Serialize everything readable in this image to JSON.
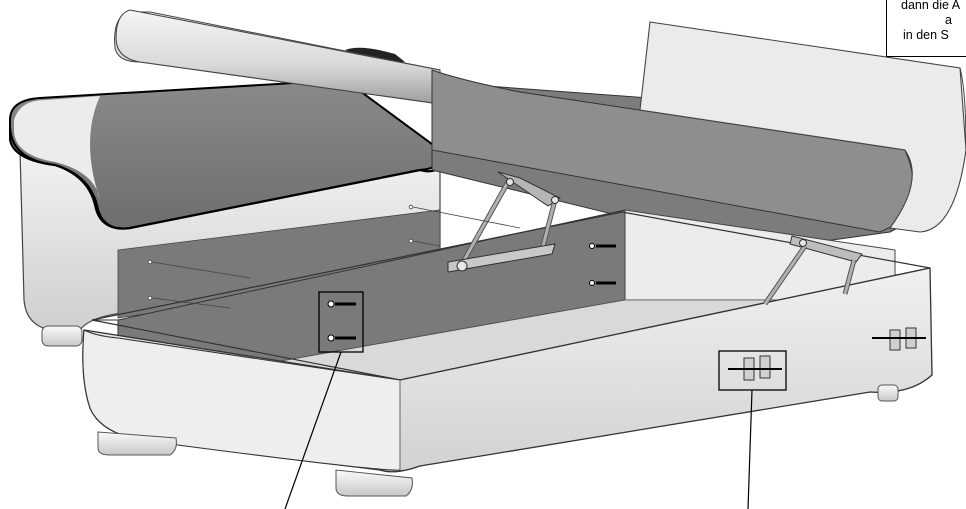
{
  "note": {
    "line1": "dann die A",
    "line2": "a",
    "line3": "in den S"
  }
}
